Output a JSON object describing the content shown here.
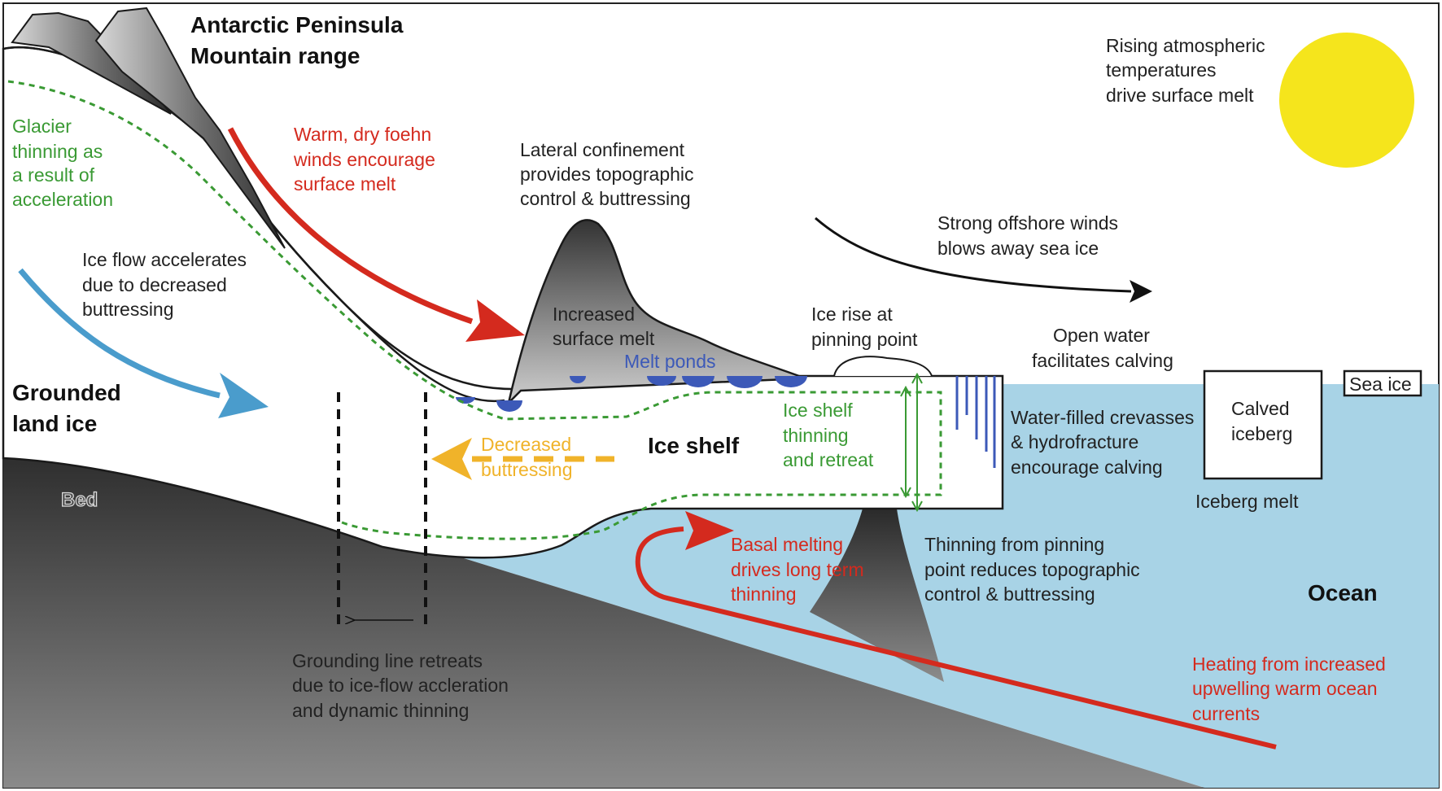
{
  "colors": {
    "ocean": "#a8d3e6",
    "bed": "#555555",
    "green": "#3a9a34",
    "red": "#d42a1e",
    "blue_arrow": "#4a9ccc",
    "orange": "#f0b32a",
    "melt_pond": "#3c59b8",
    "sun": "#f5e51c",
    "dark": "#1a1a1a"
  },
  "labels": {
    "mountain_range": [
      "Antarctic Peninsula",
      "Mountain range"
    ],
    "glacier_thinning": [
      "Glacier",
      "thinning as",
      "a result of",
      "acceleration"
    ],
    "foehn": [
      "Warm, dry foehn",
      "winds encourage",
      "surface melt"
    ],
    "lateral": [
      "Lateral confinement",
      "provides topographic",
      "control & buttressing"
    ],
    "rising_temp": [
      "Rising atmospheric",
      "temperatures",
      "drive surface melt"
    ],
    "offshore_winds": [
      "Strong offshore winds",
      "blows away sea ice"
    ],
    "ice_flow": [
      "Ice flow accelerates",
      "due to decreased",
      "buttressing"
    ],
    "surface_melt": [
      "Increased",
      "surface melt"
    ],
    "melt_ponds": "Melt ponds",
    "ice_rise": [
      "Ice rise at",
      "pinning point"
    ],
    "open_water": [
      "Open water",
      "facilitates calving"
    ],
    "sea_ice": "Sea ice",
    "grounded": [
      "Grounded",
      "land ice"
    ],
    "shelf_thinning": [
      "Ice shelf",
      "thinning",
      "and retreat"
    ],
    "crevasses": [
      "Water-filled crevasses",
      "& hydrofracture",
      "encourage calving"
    ],
    "calved_iceberg": [
      "Calved",
      "iceberg"
    ],
    "decreased_buttressing": [
      "Decreased",
      "buttressing"
    ],
    "ice_shelf": "Ice shelf",
    "bed": "Bed",
    "iceberg_melt": "Iceberg melt",
    "basal_melting": [
      "Basal melting",
      "drives long term",
      "thinning"
    ],
    "pinning_thinning": [
      "Thinning from pinning",
      "point reduces topographic",
      "control & buttressing"
    ],
    "ocean": "Ocean",
    "grounding_line": [
      "Grounding line retreats",
      "due to ice-flow accleration",
      "and dynamic thinning"
    ],
    "ocean_heating": [
      "Heating from increased",
      "upwelling warm ocean",
      "currents"
    ]
  }
}
